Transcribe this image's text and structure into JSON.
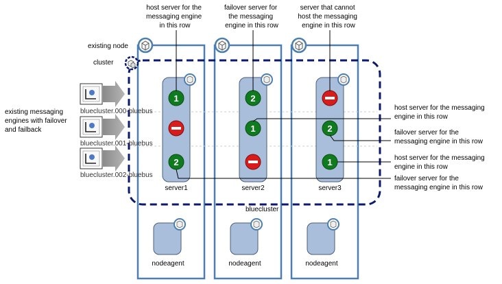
{
  "top_labels": {
    "col1": [
      "host server for the",
      "messaging engine",
      "in this row"
    ],
    "col2": [
      "failover server for",
      "the messaging",
      "engine in this row"
    ],
    "col3": [
      "server that cannot",
      "host the messaging",
      "engine in this row"
    ]
  },
  "left_labels": {
    "existing_node": "existing node",
    "cluster": "cluster",
    "engines_desc": [
      "existing messaging",
      "engines with failover",
      "and failback"
    ]
  },
  "engines": [
    {
      "name": "bluecluster.000-bluebus"
    },
    {
      "name": "bluecluster.001-bluebus"
    },
    {
      "name": "bluecluster.002-bluebus"
    }
  ],
  "servers": [
    {
      "name": "server1",
      "states": [
        "1",
        "stop",
        "2"
      ]
    },
    {
      "name": "server2",
      "states": [
        "2",
        "1",
        "stop"
      ]
    },
    {
      "name": "server3",
      "states": [
        "stop",
        "2",
        "1"
      ]
    }
  ],
  "cluster_name": "bluecluster",
  "nodeagent_label": "nodeagent",
  "right_labels": [
    [
      "host server for the messaging",
      "engine in this row"
    ],
    [
      "failover server for the",
      "messaging engine in this row"
    ],
    [
      "host server for the messaging",
      "engine in this row"
    ],
    [
      "failover server for the",
      "messaging engine in this row"
    ]
  ],
  "colors": {
    "node_border": "#4a7fb0",
    "cluster_border": "#0a1a6e",
    "server_fill": "#a9bedb",
    "green": "#0f7a1e",
    "red": "#d81c1c"
  }
}
